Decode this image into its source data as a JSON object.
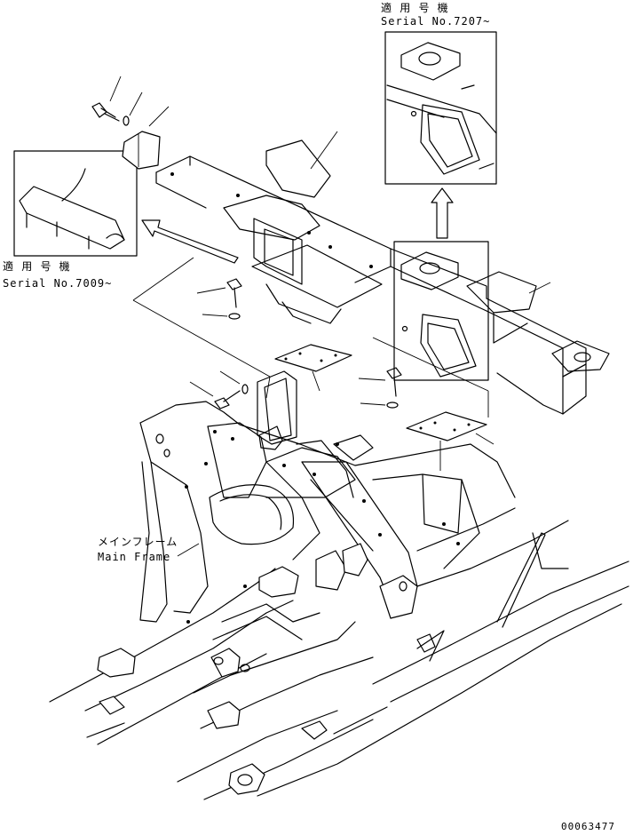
{
  "callouts": {
    "top_right": {
      "jp": "適 用 号 機",
      "serial": "Serial No.7207~"
    },
    "left": {
      "jp": "適 用 号 機",
      "serial": "Serial No.7009~"
    },
    "main_frame": {
      "jp": "メインフレーム",
      "en": "Main Frame"
    }
  },
  "drawing_number": "00063477"
}
